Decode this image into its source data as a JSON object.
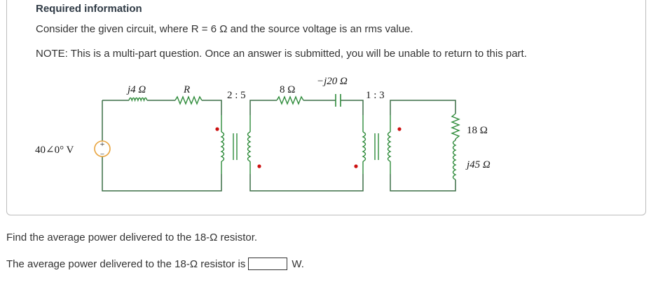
{
  "info": {
    "title": "Required information",
    "line1": "Consider the given circuit, where R = 6 Ω and the source voltage is an rms value.",
    "note": "NOTE: This is a multi-part question. Once an answer is submitted, you will be unable to return to this part."
  },
  "circuit": {
    "source_label": "40∠0° V",
    "source_plus": "+",
    "source_minus": "−",
    "inductor1_label": "j4 Ω",
    "resistor_R_label": "R",
    "transformer1_ratio": "2 : 5",
    "resistor8_label": "8 Ω",
    "capacitor_label": "−j20 Ω",
    "transformer2_ratio": "1 : 3",
    "resistor18_label": "18 Ω",
    "inductor45_label": "j45 Ω"
  },
  "question": {
    "prompt": "Find the average power delivered to the 18-Ω resistor.",
    "answer_label": "The average power delivered to the 18-Ω resistor is",
    "answer_value": "",
    "unit": "W."
  },
  "colors": {
    "wire": "#3c6e47",
    "component": "#2e8b3a",
    "dot": "#cc1111",
    "source_ring": "#e8a33c"
  }
}
